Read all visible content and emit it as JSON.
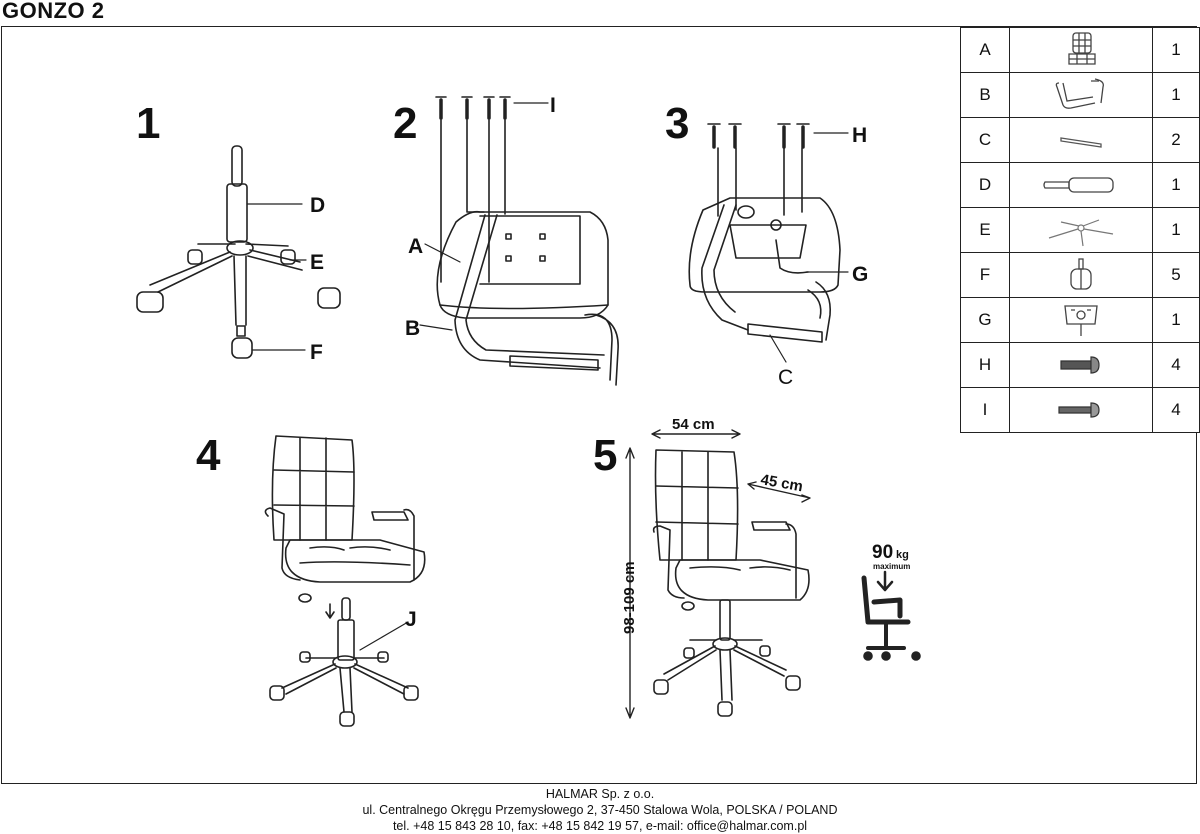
{
  "document": {
    "title": "GONZO 2"
  },
  "steps": [
    {
      "number": "1",
      "labels": [
        "D",
        "E",
        "F"
      ]
    },
    {
      "number": "2",
      "labels": [
        "I",
        "A",
        "B"
      ]
    },
    {
      "number": "3",
      "labels": [
        "H",
        "G",
        "C"
      ]
    },
    {
      "number": "4",
      "labels": [
        "J"
      ]
    },
    {
      "number": "5",
      "labels": []
    }
  ],
  "dimensions": {
    "width": "54 cm",
    "depth": "45 cm",
    "height": "98-109 cm"
  },
  "max_load": {
    "value": "90",
    "unit": "kg",
    "caption": "maximum"
  },
  "parts": [
    {
      "code": "A",
      "icon": "seat-backrest-icon",
      "qty": "1"
    },
    {
      "code": "B",
      "icon": "armrest-frame-icon",
      "qty": "1"
    },
    {
      "code": "C",
      "icon": "armrest-pad-icon",
      "qty": "2"
    },
    {
      "code": "D",
      "icon": "gas-lift-icon",
      "qty": "1"
    },
    {
      "code": "E",
      "icon": "star-base-icon",
      "qty": "1"
    },
    {
      "code": "F",
      "icon": "caster-icon",
      "qty": "5"
    },
    {
      "code": "G",
      "icon": "mechanism-plate-icon",
      "qty": "1"
    },
    {
      "code": "H",
      "icon": "bolt-icon",
      "qty": "4"
    },
    {
      "code": "I",
      "icon": "screw-icon",
      "qty": "4"
    }
  ],
  "footer": {
    "company": "HALMAR Sp. z o.o.",
    "address": "ul. Centralnego Okręgu Przemysłowego 2, 37-450 Stalowa Wola, POLSKA / POLAND",
    "contact": "tel. +48 15 843 28 10, fax: +48 15 842 19 57, e-mail: office@halmar.com.pl"
  }
}
